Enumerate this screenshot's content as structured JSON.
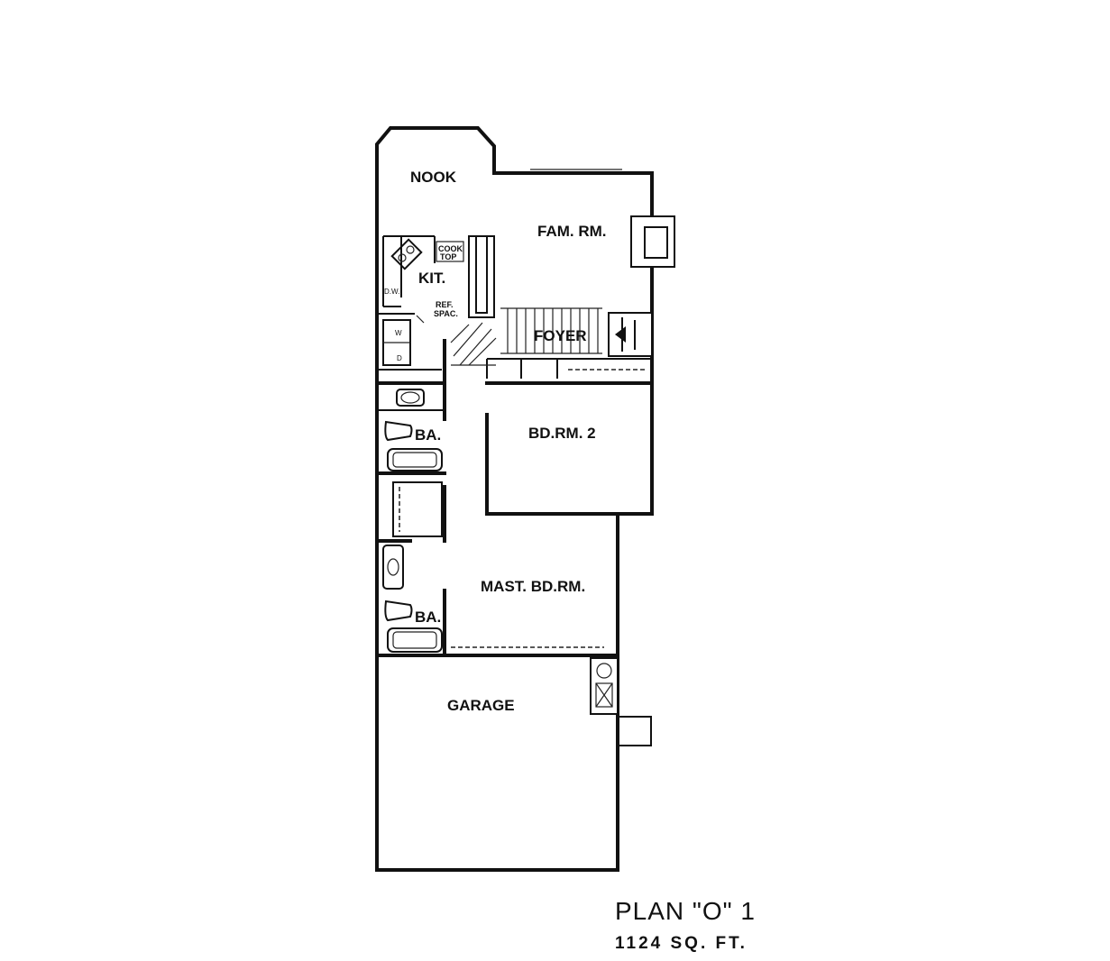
{
  "rooms": {
    "nook": "NOOK",
    "family_room": "FAM. RM.",
    "kitchen": "KIT.",
    "foyer": "FOYER",
    "bedroom_2": "BD.RM. 2",
    "bath_1": "BA.",
    "master_bedroom": "MAST. BD.RM.",
    "bath_2": "BA.",
    "garage": "GARAGE"
  },
  "fixtures": {
    "cooktop_line1": "COOK",
    "cooktop_line2": "TOP",
    "ref_space_line1": "REF.",
    "ref_space_line2": "SPAC.",
    "dishwasher": "D.W.",
    "washer": "W",
    "dryer": "D"
  },
  "plan": {
    "title": "PLAN \"O\" 1",
    "area": "1124 SQ. FT."
  },
  "colors": {
    "ink": "#111111",
    "paper": "#ffffff"
  }
}
